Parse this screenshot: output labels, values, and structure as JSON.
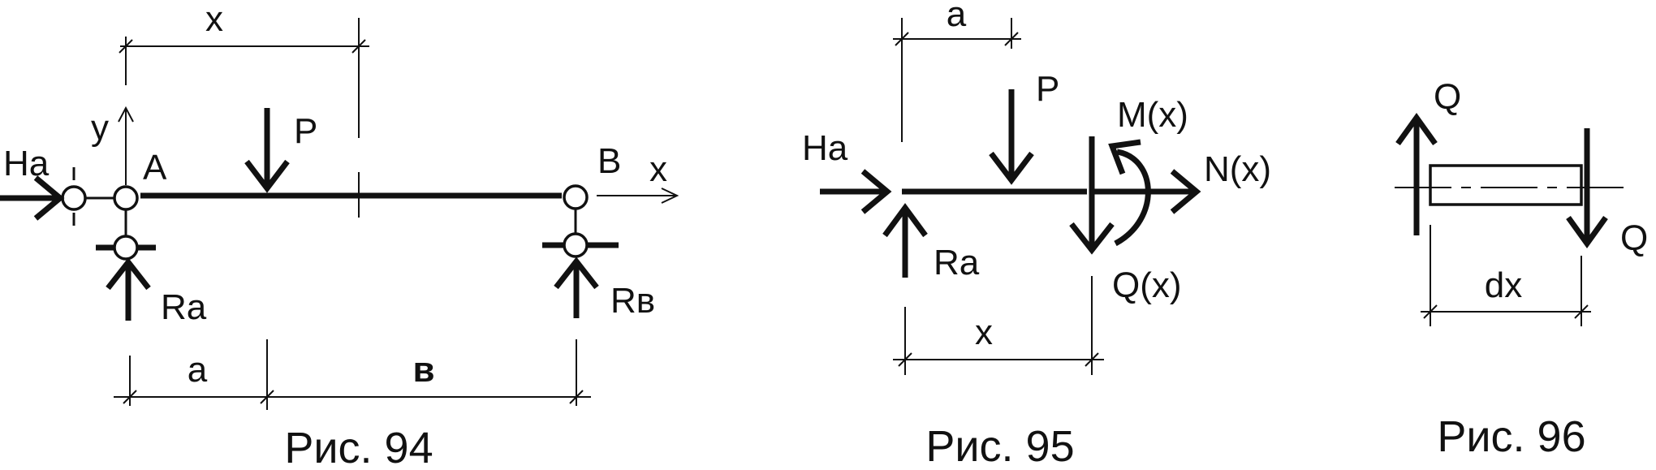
{
  "figures": [
    {
      "caption": "Рис. 94",
      "labels": {
        "x_top": "x",
        "y_axis": "y",
        "point_a": "A",
        "point_b": "B",
        "x_axis": "x",
        "force_p": "P",
        "force_ha": "Ha",
        "force_ra": "Ra",
        "force_rb": "Rв",
        "dim_a": "a",
        "dim_b": "в"
      }
    },
    {
      "caption": "Рис. 95",
      "labels": {
        "dim_a": "a",
        "force_p": "P",
        "force_ha": "Ha",
        "moment": "M(x)",
        "normal": "N(x)",
        "force_ra": "Ra",
        "shear": "Q(x)",
        "dim_x": "x"
      }
    },
    {
      "caption": "Рис. 96",
      "labels": {
        "shear_left": "Q",
        "shear_right": "Q",
        "dim_dx": "dx"
      }
    }
  ],
  "icons": {
    "arrow": "filled-chevron-arrow",
    "hinge": "circle-hinge"
  }
}
